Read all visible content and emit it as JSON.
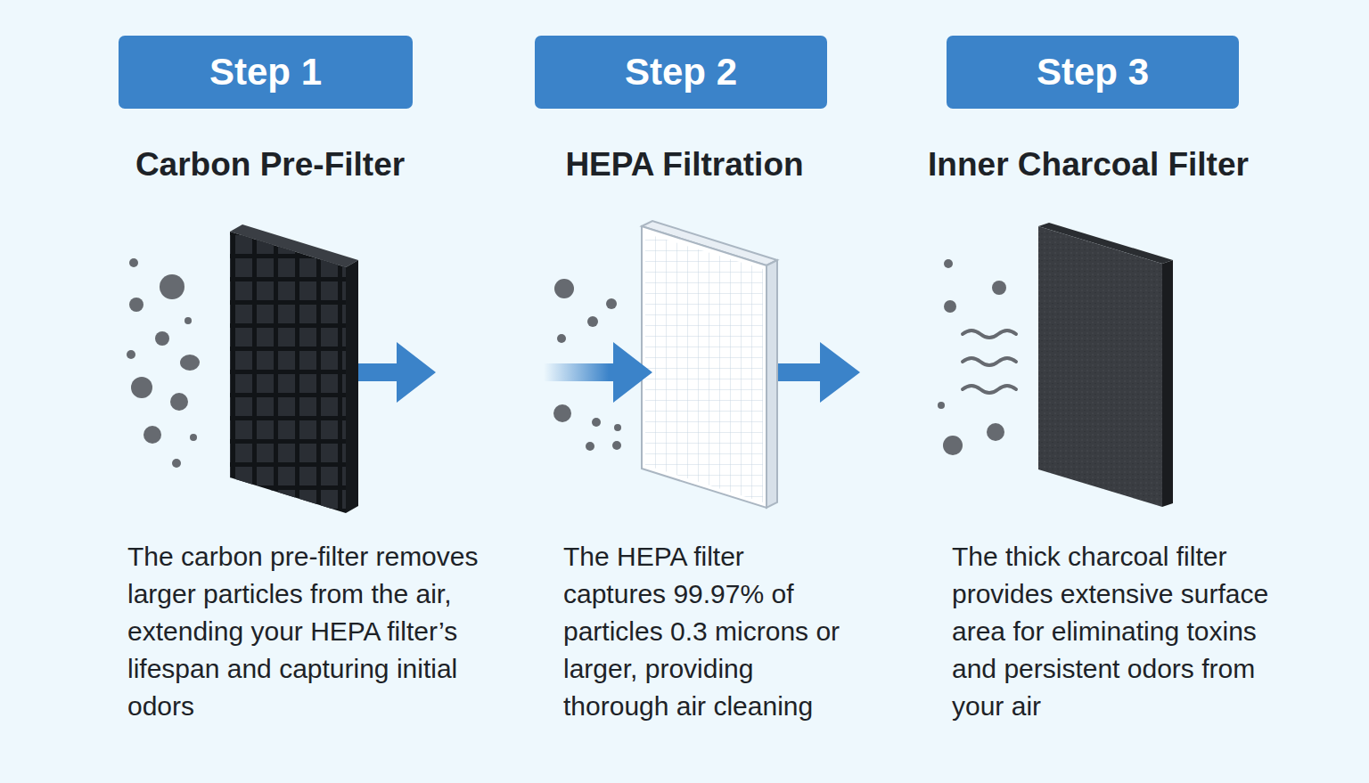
{
  "diagram": {
    "nodes": [
      {
        "text": [
          "Step 1"
        ]
      },
      {
        "text": [
          "Step 2"
        ]
      },
      {
        "text": [
          "Step 3"
        ]
      }
    ],
    "labels": [
      "Carbon Pre-Filter",
      "The carbon pre-filter removes larger particles from the air, extending your HEPA filter’s lifespan and capturing initial odors",
      "HEPA Filtration",
      "The HEPA filter captures 99.97% of particles 0.3 microns or larger, providing thorough air cleaning",
      "Inner Charcoal Filter",
      "The thick charcoal filter provides extensive surface area for eliminating toxins and persistent odors from your air"
    ]
  }
}
